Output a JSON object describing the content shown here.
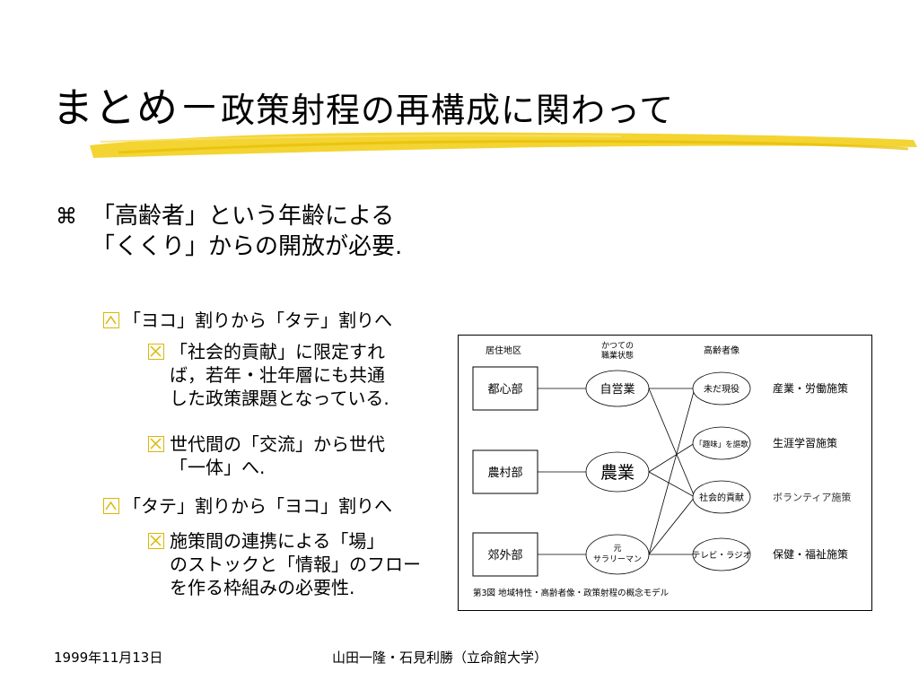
{
  "slide": {
    "title_main": "まとめ－",
    "title_sub": "政策射程の再構成に関わって",
    "bullet_mark": "⌘",
    "bullet_line1": "「高齢者」という年齢による",
    "bullet_line2": "「くくり」からの開放が必要.",
    "sub1": "「ヨコ」割りから「タテ」割りへ",
    "sub1_items": [
      [
        "「社会的貢献」に限定すれ",
        "ば，若年・壮年層にも共通",
        "した政策課題となっている."
      ],
      [
        "世代間の「交流」から世代",
        "「一体」へ."
      ]
    ],
    "sub2": "「タテ」割りから「ヨコ」割りへ",
    "sub2_items": [
      [
        "施策間の連携による「場」",
        "のストックと「情報」のフロー",
        "を作る枠組みの必要性."
      ]
    ]
  },
  "diagram": {
    "col_headers": [
      "居住地区",
      "かつての",
      "職業状態",
      "高齢者像"
    ],
    "areas": [
      "都心部",
      "農村部",
      "郊外部"
    ],
    "occupations": [
      "自営業",
      "農業",
      "元",
      "サラリーマン"
    ],
    "images": [
      "未だ現役",
      "「趣味」を謳歌",
      "社会的貢献",
      "テレビ・ラジオ"
    ],
    "policies": [
      "産業・労働施策",
      "生涯学習施策",
      "ボランティア施策",
      "保健・福祉施策"
    ],
    "caption": "第3図  地域特性・高齢者像・政策射程の概念モデル"
  },
  "footer": {
    "date": "1999年11月13日",
    "authors": "山田一隆・石見利勝（立命館大学）"
  },
  "colors": {
    "accent": "#f2cf1c",
    "box": "#d9b800"
  }
}
